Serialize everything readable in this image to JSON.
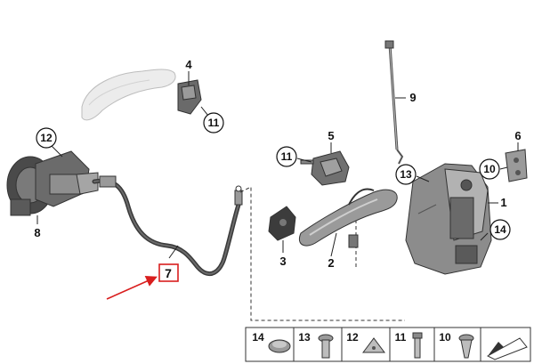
{
  "colors": {
    "part_dark": "#4d4d4d",
    "part_mid": "#8a8a8a",
    "part_light": "#cfcfcf",
    "ghost": "#e6e6e6",
    "highlight_box": "#d91e1e",
    "arrow": "#d91e1e"
  },
  "callouts": [
    {
      "id": "c4",
      "text": "4",
      "style": "plain"
    },
    {
      "id": "c11a",
      "text": "11",
      "style": "circle"
    },
    {
      "id": "c12",
      "text": "12",
      "style": "circle"
    },
    {
      "id": "c8",
      "text": "8",
      "style": "plain"
    },
    {
      "id": "c7",
      "text": "7",
      "style": "highlight"
    },
    {
      "id": "c5",
      "text": "5",
      "style": "plain"
    },
    {
      "id": "c11b",
      "text": "11",
      "style": "circle"
    },
    {
      "id": "c3",
      "text": "3",
      "style": "plain"
    },
    {
      "id": "c2",
      "text": "2",
      "style": "plain"
    },
    {
      "id": "c9",
      "text": "9",
      "style": "plain"
    },
    {
      "id": "c13",
      "text": "13",
      "style": "circle"
    },
    {
      "id": "c6",
      "text": "6",
      "style": "plain"
    },
    {
      "id": "c10",
      "text": "10",
      "style": "circle"
    },
    {
      "id": "c1",
      "text": "1",
      "style": "plain"
    },
    {
      "id": "c14",
      "text": "14",
      "style": "circle"
    }
  ],
  "legend_tray": [
    {
      "number": "14",
      "icon": "plug-cap-icon"
    },
    {
      "number": "13",
      "icon": "torx-bolt-icon"
    },
    {
      "number": "12",
      "icon": "clip-nut-icon"
    },
    {
      "number": "11",
      "icon": "hex-bolt-icon"
    },
    {
      "number": "10",
      "icon": "countersunk-screw-icon"
    },
    {
      "number": "",
      "icon": "tray-arrow-icon"
    }
  ]
}
